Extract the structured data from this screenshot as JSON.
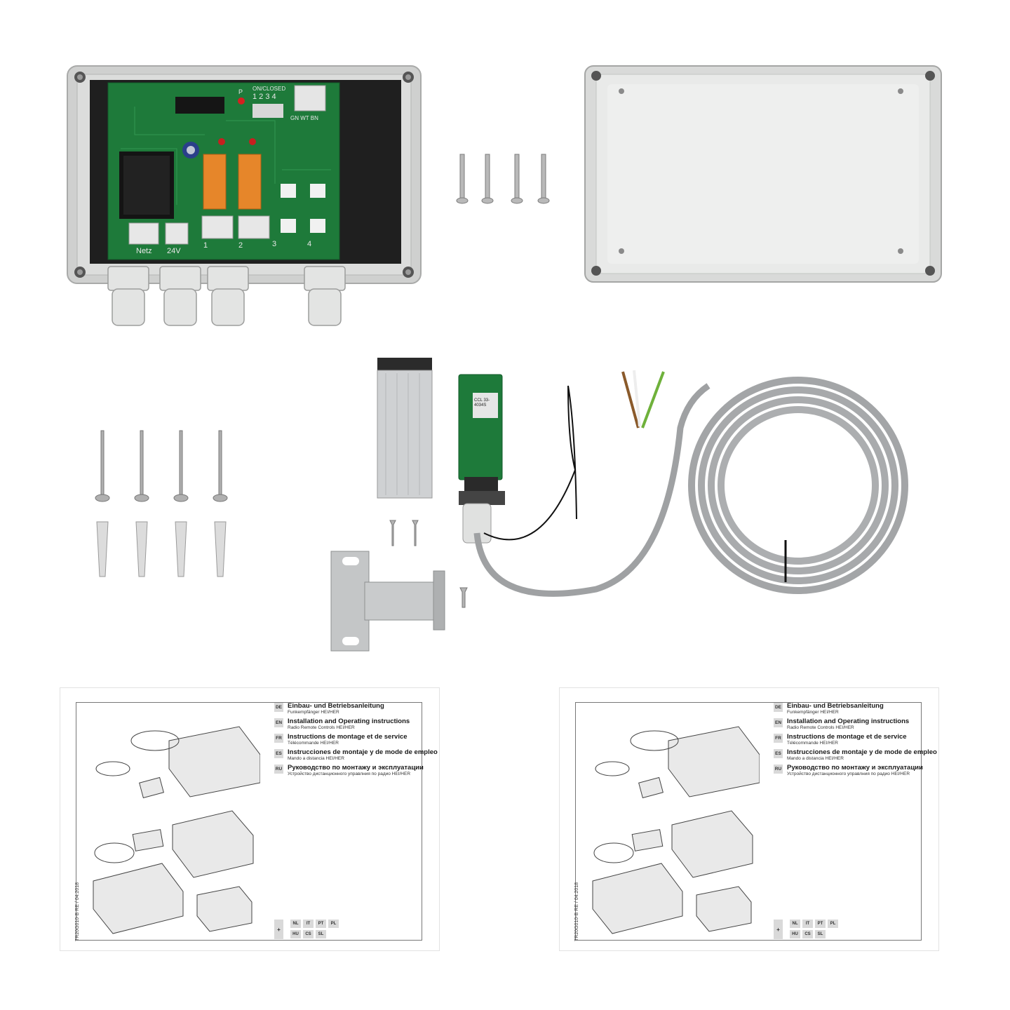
{
  "product_photo": {
    "pcb_labels": {
      "dip_header": "ON/CLOSED",
      "dip_numbers": "1 2 3 4",
      "terminal_netz": "Netz",
      "terminal_24v": "24V",
      "channels": [
        "1",
        "2",
        "3",
        "4"
      ],
      "wire_labels": "GN WT BN",
      "led_label": "P",
      "module_chip": "CCL 33-4034S"
    }
  },
  "manuals": [
    {
      "code": "TR20G010-B RE / 04.2018",
      "languages": [
        {
          "tag": "DE",
          "title": "Einbau- und Betriebsanleitung",
          "subtitle": "Funkempfänger HEI/HER"
        },
        {
          "tag": "EN",
          "title": "Installation and Operating instructions",
          "subtitle": "Radio Remote Controls HEI/HER"
        },
        {
          "tag": "FR",
          "title": "Instructions de montage et de service",
          "subtitle": "Télécommande HEI/HER"
        },
        {
          "tag": "ES",
          "title": "Instrucciones de montaje y de mode de empleo",
          "subtitle": "Mando a distancia HEI/HER"
        },
        {
          "tag": "RU",
          "title": "Руководство по монтажу и эксплуатации",
          "subtitle": "Устройство дистанционного управлния по радио HEI/HER"
        }
      ],
      "plus": "+",
      "more_languages": [
        "NL",
        "IT",
        "PT",
        "PL",
        "HU",
        "CS",
        "SL"
      ]
    },
    {
      "code": "TR20G010-B RE / 04.2018",
      "languages": [
        {
          "tag": "DE",
          "title": "Einbau- und Betriebsanleitung",
          "subtitle": "Funkempfänger HEI/HER"
        },
        {
          "tag": "EN",
          "title": "Installation and Operating instructions",
          "subtitle": "Radio Remote Controls HEI/HER"
        },
        {
          "tag": "FR",
          "title": "Instructions de montage et de service",
          "subtitle": "Télécommande HEI/HER"
        },
        {
          "tag": "ES",
          "title": "Instrucciones de montaje y de mode de empleo",
          "subtitle": "Mando a distancia HEI/HER"
        },
        {
          "tag": "RU",
          "title": "Руководство по монтажу и эксплуатации",
          "subtitle": "Устройство дистанционного управлния по радио HEI/HER"
        }
      ],
      "plus": "+",
      "more_languages": [
        "NL",
        "IT",
        "PT",
        "PL",
        "HU",
        "CS",
        "SL"
      ]
    }
  ]
}
